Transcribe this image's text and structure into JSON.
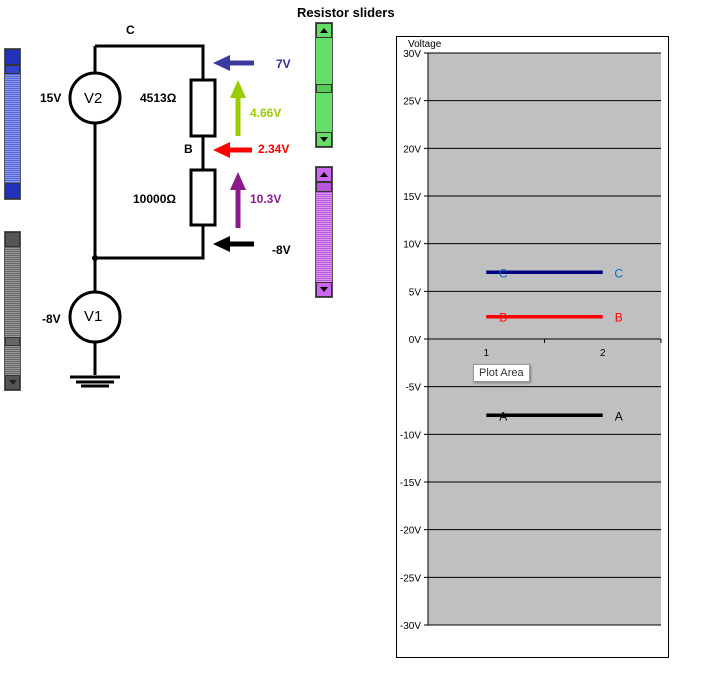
{
  "header": {
    "title": "Resistor sliders"
  },
  "circuit": {
    "node_c": "C",
    "node_b": "B",
    "v2": {
      "name": "V2",
      "value": "15V"
    },
    "v1": {
      "name": "V1",
      "value": "-8V"
    },
    "r1": "4513Ω",
    "r2": "10000Ω"
  },
  "readouts": {
    "node_c_voltage": "7V",
    "r1_drop": "4.66V",
    "node_b_voltage": "2.34V",
    "r2_drop": "10.3V",
    "node_a_voltage": "-8V"
  },
  "colors": {
    "c_arrow": "#3b3b9e",
    "r1_arrow": "#99cc00",
    "b_arrow": "#ff0000",
    "r2_arrow": "#8b1a8b",
    "a_arrow": "#000000",
    "slider_green": "#66dd66",
    "slider_purple": "#cc66ee",
    "slider_blue": "#3344cc",
    "slider_gray": "#777777",
    "plot_area": "#c0c0c0"
  },
  "sliders": {
    "r1_level": 0.12,
    "r2_level": 0.0
  },
  "chart_data": {
    "type": "line",
    "title": "",
    "ylabel": "Voltage",
    "xlabel": "",
    "x": [
      1,
      2
    ],
    "x_ticks": [
      "1",
      "2"
    ],
    "ylim": [
      -30,
      30
    ],
    "y_ticks": [
      "30V",
      "25V",
      "20V",
      "15V",
      "10V",
      "5V",
      "0V",
      "-5V",
      "-10V",
      "-15V",
      "-20V",
      "-25V",
      "-30V"
    ],
    "grid": true,
    "series": [
      {
        "name": "C",
        "values": [
          7,
          7
        ],
        "color": "#000080",
        "label_color": "#0070c0"
      },
      {
        "name": "B",
        "values": [
          2.34,
          2.34
        ],
        "color": "#ff0000",
        "label_color": "#ff0000"
      },
      {
        "name": "A",
        "values": [
          -8,
          -8
        ],
        "color": "#000000",
        "label_color": "#000000"
      }
    ],
    "tooltip": "Plot Area"
  }
}
